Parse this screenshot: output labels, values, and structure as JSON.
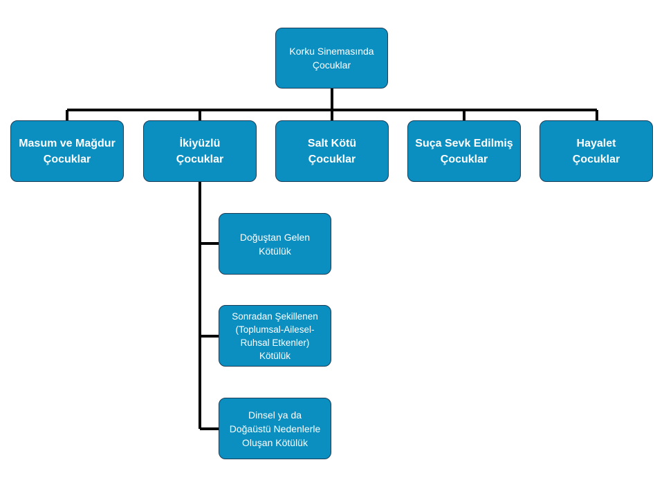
{
  "diagram": {
    "root": "Korku Sinemasında\nÇocuklar",
    "categories": [
      "Masum ve Mağdur\nÇocuklar",
      "İkiyüzlü\nÇocuklar",
      "Salt Kötü\nÇocuklar",
      "Suça Sevk Edilmiş\nÇocuklar",
      "Hayalet\nÇocuklar"
    ],
    "subtypes": [
      "Doğuştan Gelen\nKötülük",
      "Sonradan Şekillenen\n(Toplumsal-Ailesel-\nRuhsal Etkenler)\nKötülük",
      "Dinsel ya da\nDoğaüstü Nedenlerle\nOluşan Kötülük"
    ]
  },
  "colors": {
    "box_fill": "#0b8fc1",
    "box_border": "#1b3c57",
    "connector": "#000000",
    "text": "#ffffff"
  }
}
